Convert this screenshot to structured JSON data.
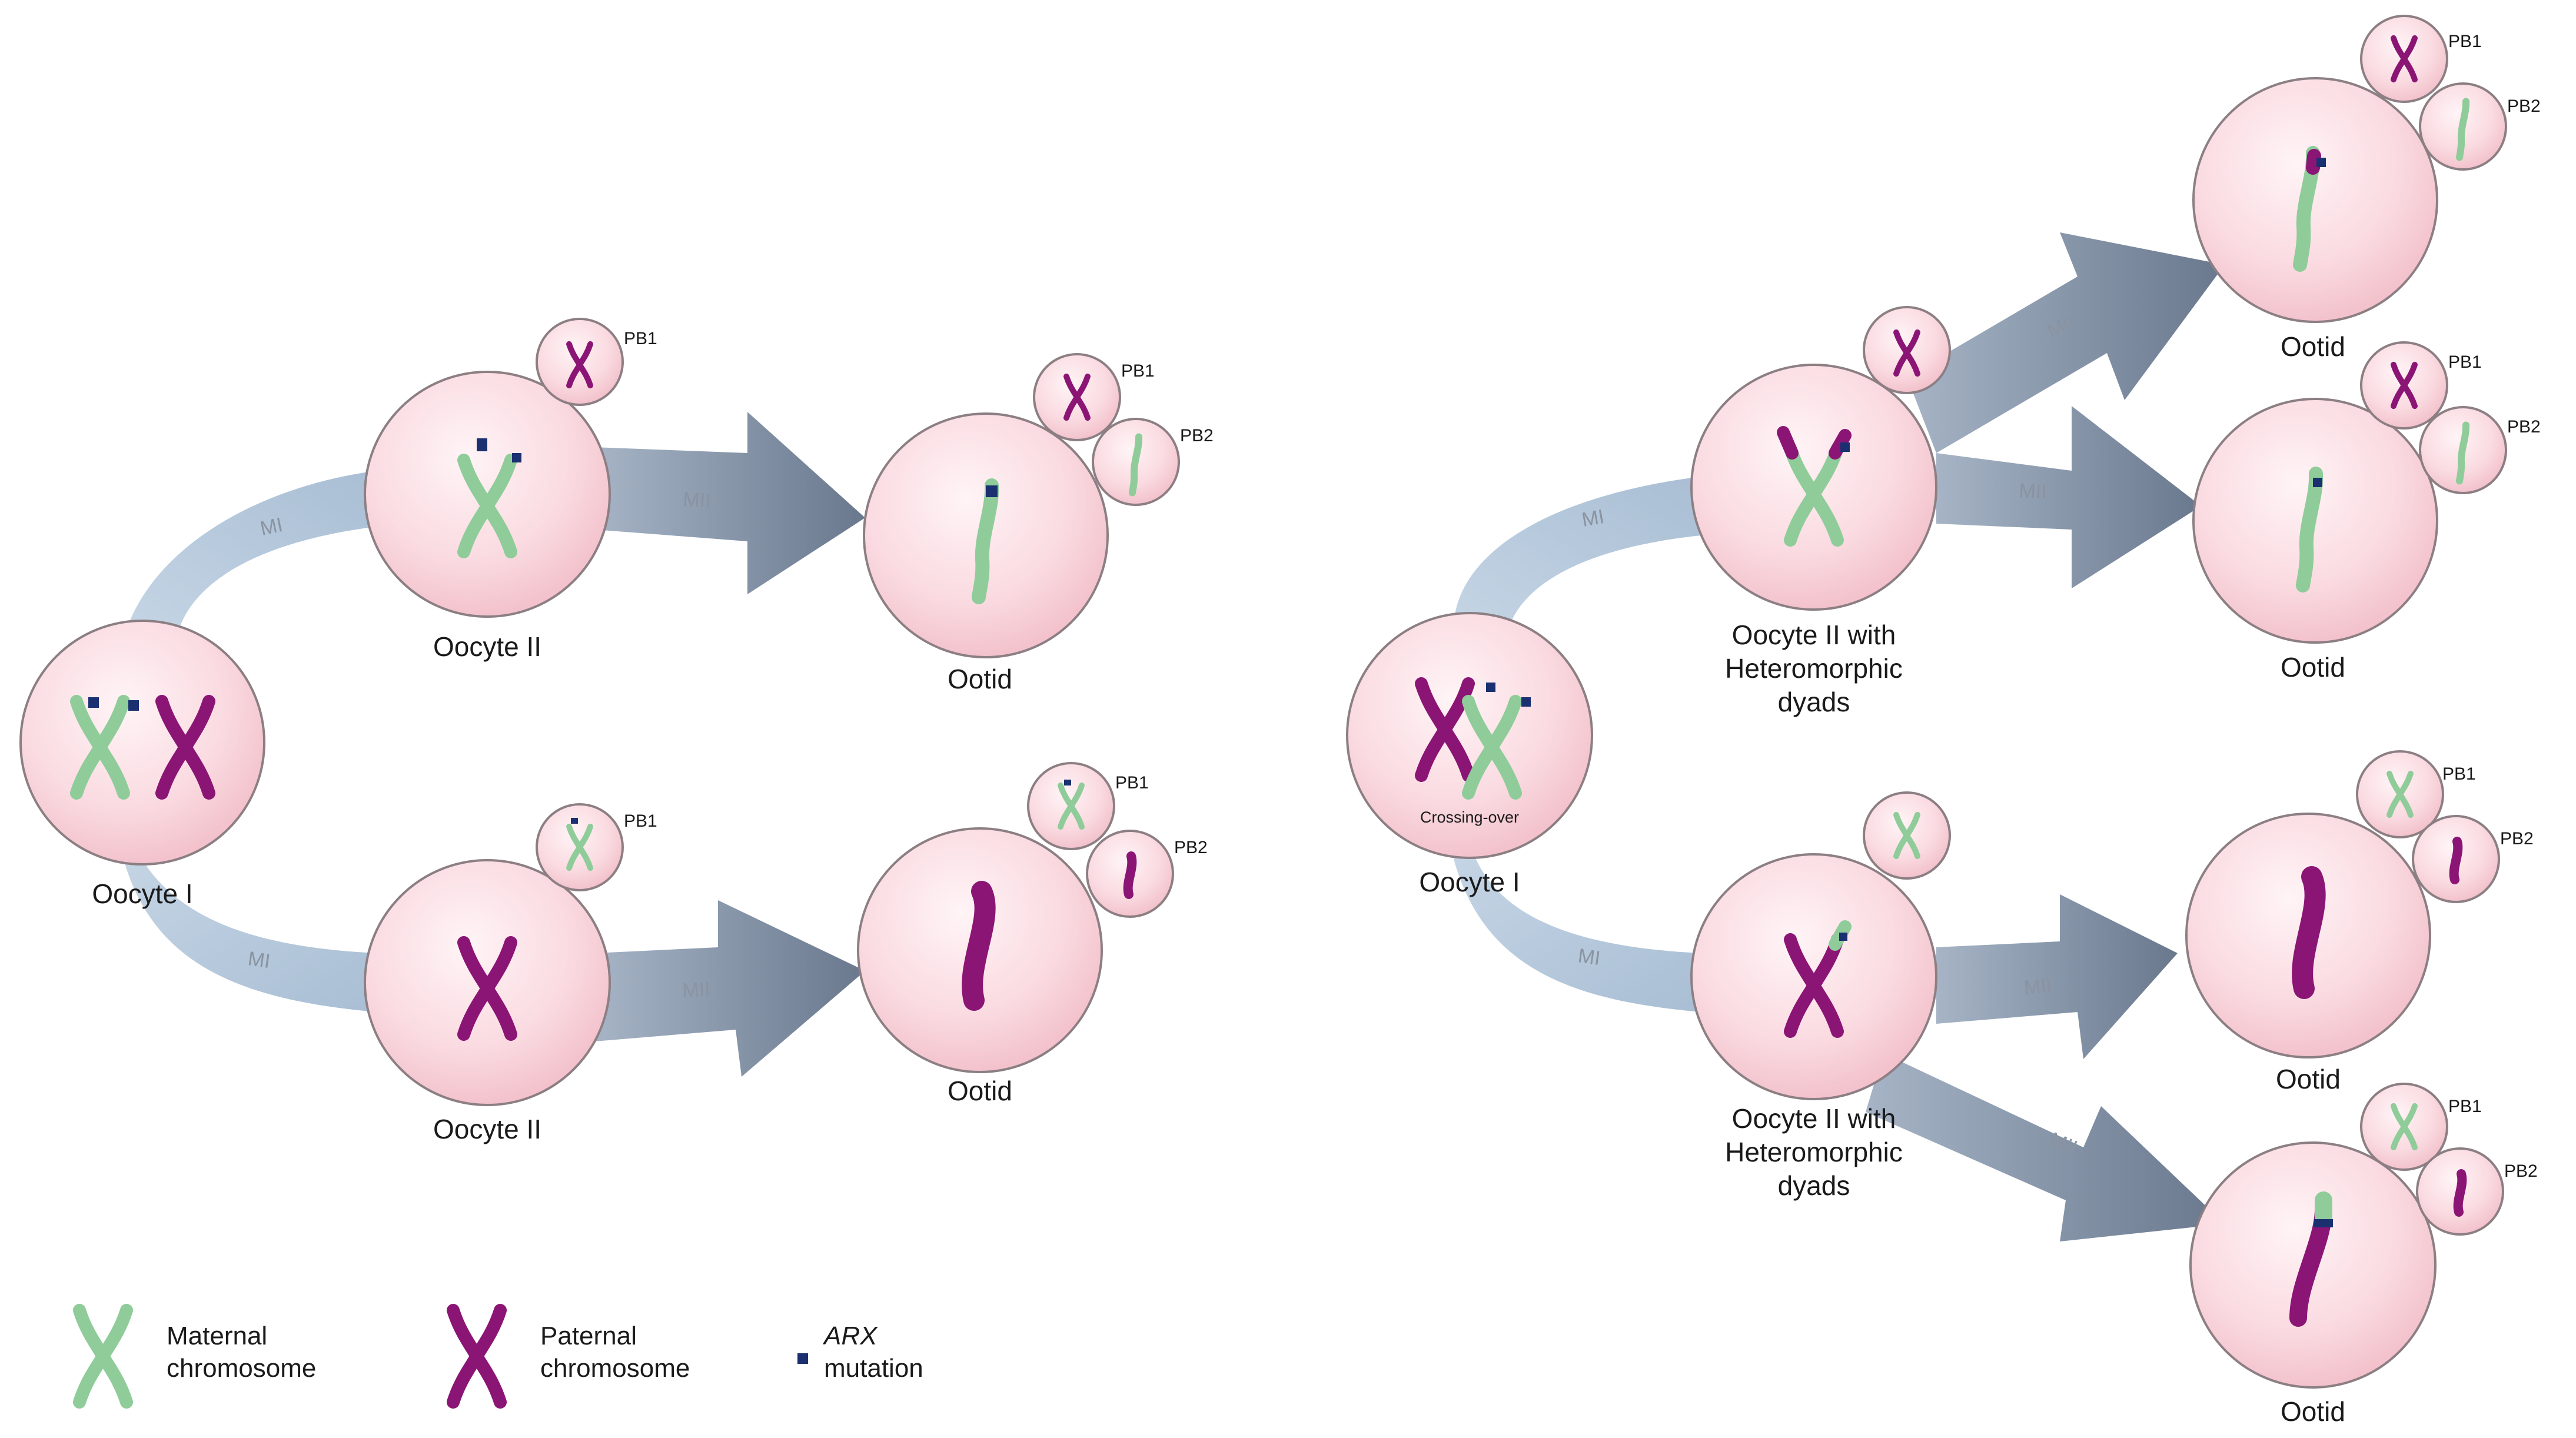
{
  "colors": {
    "maternal": "#8fcc9a",
    "paternal": "#8b1575",
    "mutation": "#1a3070",
    "cell_fill": "#fadbe1",
    "cell_stroke": "#8c7f84",
    "mi_arrow": "#b9cadb",
    "mii_arrow": "#6c7a8f"
  },
  "stages": {
    "mi": "MI",
    "mii": "MII"
  },
  "labels": {
    "oocyte_1": "Oocyte I",
    "oocyte_2": "Oocyte II",
    "oocyte_2_hetero": [
      "Oocyte II with",
      "Heteromorphic",
      "dyads"
    ],
    "ootid": "Ootid",
    "pb1": "PB1",
    "pb2": "PB2",
    "crossing_over": "Crossing-over"
  },
  "legend": {
    "maternal": [
      "Maternal",
      "chromosome"
    ],
    "paternal": [
      "Paternal",
      "chromosome"
    ],
    "mutation": [
      "ARX",
      "mutation"
    ]
  },
  "icons": {
    "maternal": "maternal-chromosome-icon",
    "paternal": "paternal-chromosome-icon",
    "mutation": "arx-mutation-marker-icon"
  }
}
